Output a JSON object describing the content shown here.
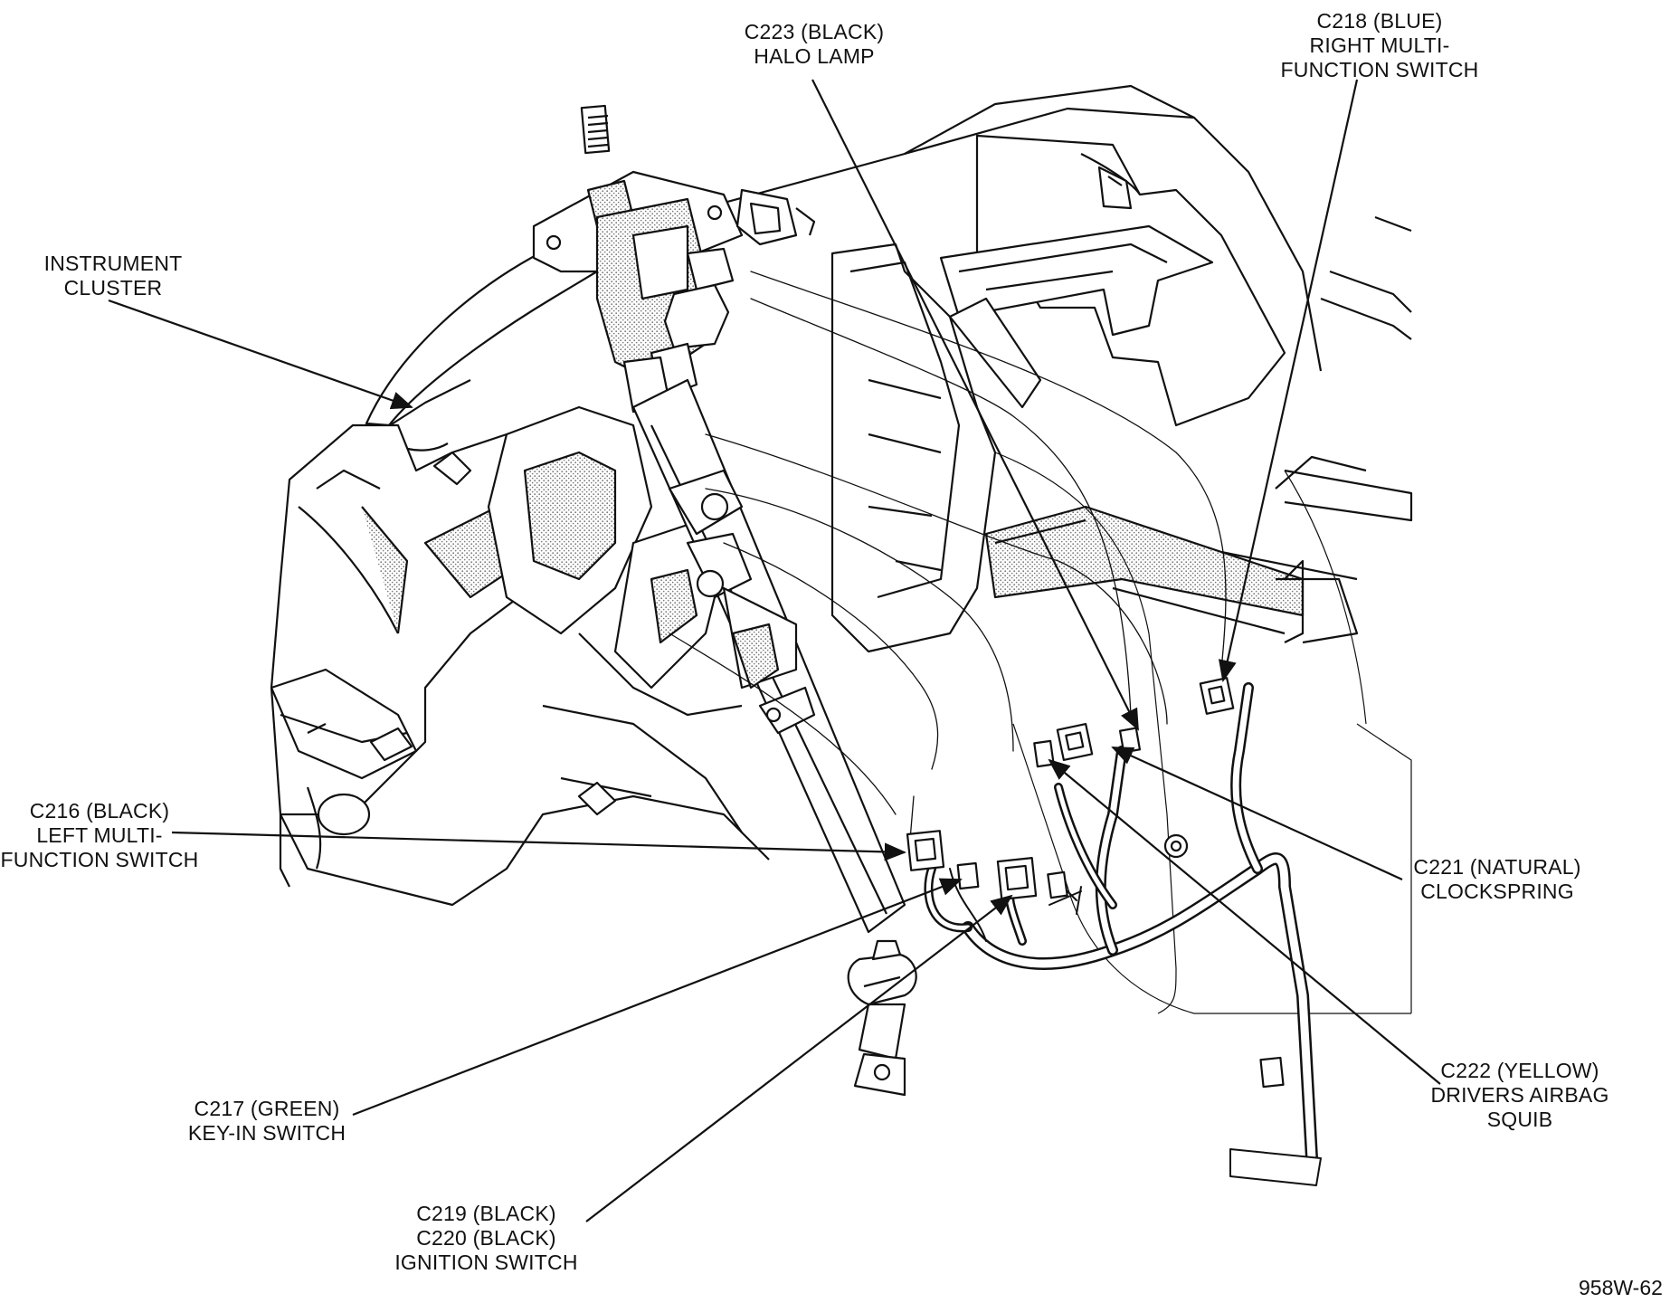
{
  "labels": {
    "c223": [
      "C223 (BLACK)",
      "HALO LAMP"
    ],
    "c218": [
      "C218 (BLUE)",
      "RIGHT MULTI-",
      "FUNCTION SWITCH"
    ],
    "instrument_cluster": [
      "INSTRUMENT",
      "CLUSTER"
    ],
    "c216": [
      "C216 (BLACK)",
      "LEFT MULTI-",
      "FUNCTION SWITCH"
    ],
    "c221": [
      "C221 (NATURAL)",
      "CLOCKSPRING"
    ],
    "c222": [
      "C222 (YELLOW)",
      "DRIVERS AIRBAG",
      "SQUIB"
    ],
    "c217": [
      "C217 (GREEN)",
      "KEY-IN SWITCH"
    ],
    "c219_c220": [
      "C219 (BLACK)",
      "C220 (BLACK)",
      "IGNITION SWITCH"
    ]
  },
  "figure_id": "958W-62",
  "colors": {
    "ink": "#111111",
    "stipple": "#9a9a9a",
    "background": "#ffffff"
  }
}
